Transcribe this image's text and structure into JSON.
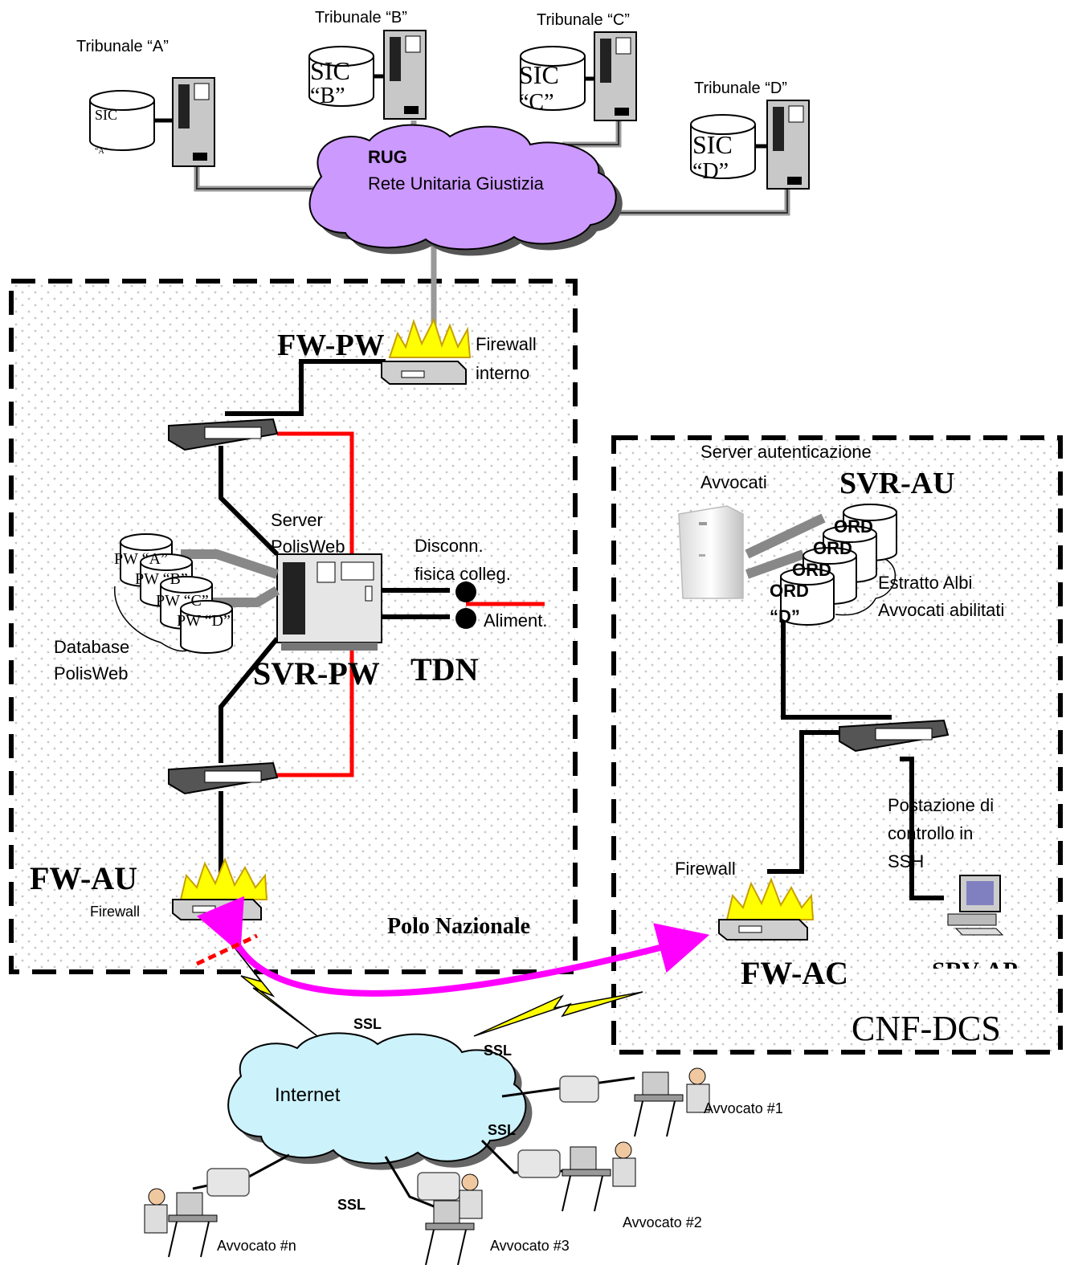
{
  "tribunali": {
    "a": {
      "label": "Tribunale “A”",
      "db": "SIC",
      "db2": "“A”"
    },
    "b": {
      "label": "Tribunale “B”",
      "db": "SIC",
      "db2": "“B”"
    },
    "c": {
      "label": "Tribunale “C”",
      "db": "SIC",
      "db2": "“C”"
    },
    "d": {
      "label": "Tribunale “D”",
      "db": "SIC",
      "db2": "“D”"
    }
  },
  "rug": {
    "title": "RUG",
    "subtitle": "Rete Unitaria Giustizia"
  },
  "polo": {
    "fw_pw": "FW-PW",
    "firewall_interno_1": "Firewall",
    "firewall_interno_2": "interno",
    "server_label_1": "Server",
    "server_label_2": "PolisWeb",
    "svr_pw": "SVR-PW",
    "disconn_1": "Disconn.",
    "disconn_2": "fisica colleg.",
    "aliment": "Aliment.",
    "tdn": "TDN",
    "db_pw_labels": [
      "PW “A”",
      "PW “B”",
      "PW “C”",
      "PW “D”"
    ],
    "db_label_1": "Database",
    "db_label_2": "PolisWeb",
    "fw_au": "FW-AU",
    "firewall_au": "Firewall",
    "name": "Polo Nazionale"
  },
  "cnf": {
    "server_1": "Server autenticazione",
    "server_2": "Avvocati",
    "svr_au": "SVR-AU",
    "ord_labels": [
      "ORD",
      "ORD",
      "ORD",
      "ORD"
    ],
    "ord_last_sub": "“D”",
    "estratto_1": "Estratto Albi",
    "estratto_2": "Avvocati abilitati",
    "postazione_1": "Postazione di",
    "postazione_2": "controllo in",
    "postazione_3": "SSH",
    "firewall": "Firewall",
    "fw_ac": "FW-AC",
    "svr_ap": "SRV-AP",
    "name": "CNF-DCS"
  },
  "internet": {
    "label": "Internet",
    "ssl": [
      "SSL",
      "SSL",
      "SSL",
      "SSL"
    ],
    "avvocati": [
      "Avvocato #1",
      "Avvocato #2",
      "Avvocato #3",
      "Avvocato #n"
    ]
  },
  "colors": {
    "rug_cloud": "#cc99ff",
    "internet_cloud": "#ccf2fb",
    "magenta_arrow": "#ff00ff",
    "red_link": "#ff0000",
    "lightning": "#ffff00"
  }
}
